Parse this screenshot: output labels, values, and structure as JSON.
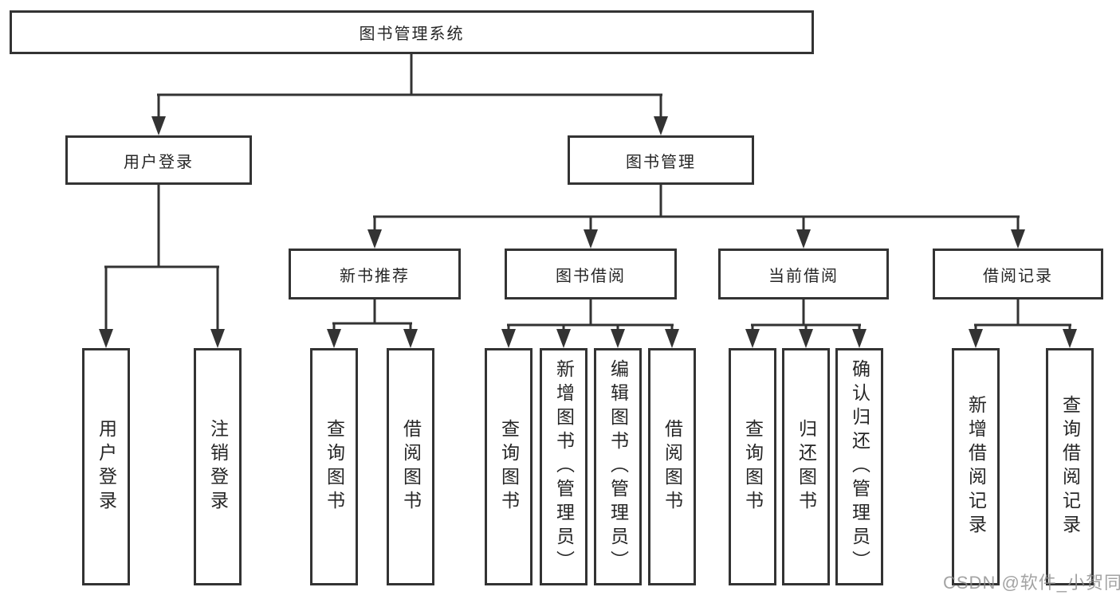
{
  "colors": {
    "line": "#333333",
    "node_border": "#333333",
    "node_text": "#262626",
    "watermark_text": "#8c8c8c",
    "background": "#ffffff"
  },
  "tree": {
    "root": "图书管理系统",
    "children": [
      {
        "label": "用户登录",
        "children": [
          "用户登录",
          "注销登录"
        ]
      },
      {
        "label": "图书管理",
        "children": [
          {
            "label": "新书推荐",
            "children": [
              "查询图书",
              "借阅图书"
            ]
          },
          {
            "label": "图书借阅",
            "children": [
              "查询图书",
              "新增图书（管理员）",
              "编辑图书（管理员）",
              "借阅图书"
            ]
          },
          {
            "label": "当前借阅",
            "children": [
              "查询图书",
              "归还图书",
              "确认归还（管理员）"
            ]
          },
          {
            "label": "借阅记录",
            "children": [
              "新增借阅记录",
              "查询借阅记录"
            ]
          }
        ]
      }
    ]
  },
  "watermark": {
    "text": "CSDN @软件_小贺同学"
  }
}
